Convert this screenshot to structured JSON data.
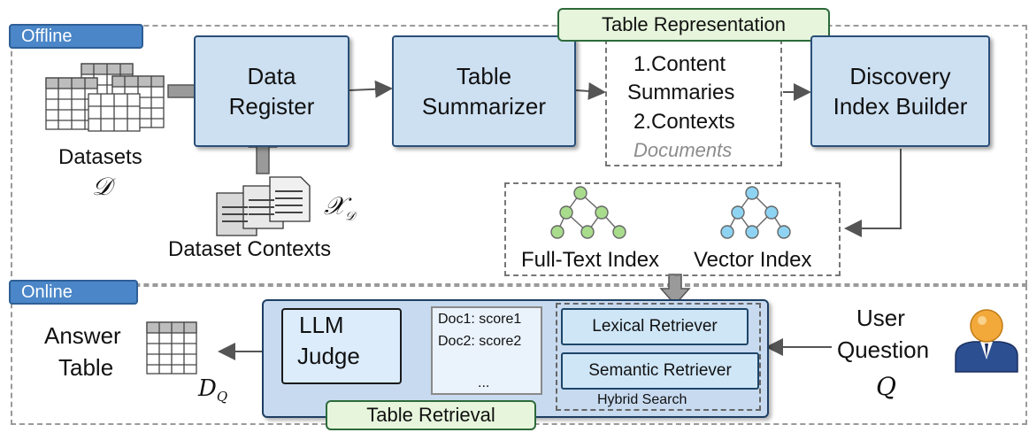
{
  "offline": {
    "tag": "Offline",
    "datasets_label": "Datasets",
    "datasets_symbol": "𝒟",
    "data_register": [
      "Data",
      "Register"
    ],
    "contexts_symbol": "𝒳",
    "contexts_subscript": "𝒟",
    "contexts_label": "Dataset Contexts",
    "table_summarizer": [
      "Table",
      "Summarizer"
    ],
    "table_representation": "Table Representation",
    "representation_items": [
      "1.Content",
      "Summaries",
      "2.Contexts"
    ],
    "documents_label": "Documents",
    "index_builder": [
      "Discovery",
      "Index Builder"
    ],
    "fulltext_index": "Full-Text Index",
    "vector_index": "Vector Index"
  },
  "online": {
    "tag": "Online",
    "answer_label": [
      "Answer",
      "Table"
    ],
    "answer_symbol": "D",
    "answer_subscript": "Q",
    "llm_judge": [
      "LLM",
      "Judge"
    ],
    "doc_scores": [
      "Doc1: score1",
      "Doc2: score2",
      "..."
    ],
    "lexical_retriever": "Lexical Retriever",
    "semantic_retriever": "Semantic Retriever",
    "hybrid_search": "Hybrid Search",
    "table_retrieval": "Table Retrieval",
    "user_question": [
      "User",
      "Question"
    ],
    "question_symbol": "Q"
  },
  "colors": {
    "block_fill": "#cde0f2",
    "tag_blue": "#4a86c8",
    "green_label": "#e6f5dc",
    "fulltext_nodes": "#a8dc8c",
    "vector_nodes": "#8fd3f2"
  }
}
